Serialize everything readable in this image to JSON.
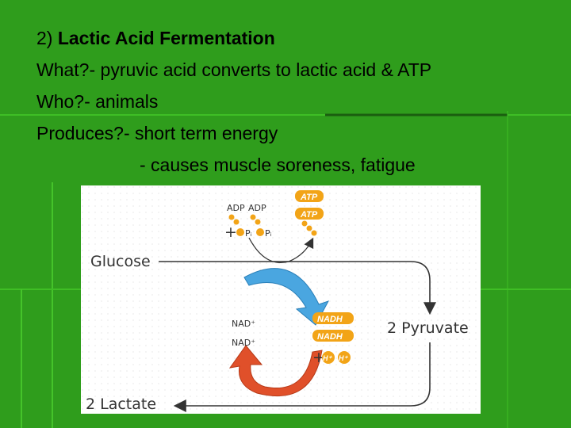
{
  "slide": {
    "heading_prefix": "2) ",
    "heading": "Lactic Acid Fermentation",
    "line_what": "What?- pyruvic acid converts to lactic acid & ATP",
    "line_who": "Who?-  animals",
    "line_produces": "Produces?- short term energy",
    "line_causes": "- causes muscle soreness, fatigue"
  },
  "diagram": {
    "glucose": "Glucose",
    "pyruvate": "2 Pyruvate",
    "lactate": "2 Lactate",
    "adp1": "ADP",
    "adp2": "ADP",
    "pi1": "Pᵢ",
    "pi2": "Pᵢ",
    "plus1": "+",
    "atp1": "ATP",
    "atp2": "ATP",
    "nad1": "NAD⁺",
    "nad2": "NAD⁺",
    "nadh1": "NADH",
    "nadh2": "NADH",
    "plus2": "+",
    "h1": "H⁺",
    "h2": "H⁺"
  },
  "colors": {
    "background": "#2f9d1c",
    "orange": "#f2a417",
    "blue_arrow": "#4aa6e0",
    "red_arrow": "#e0502a"
  }
}
